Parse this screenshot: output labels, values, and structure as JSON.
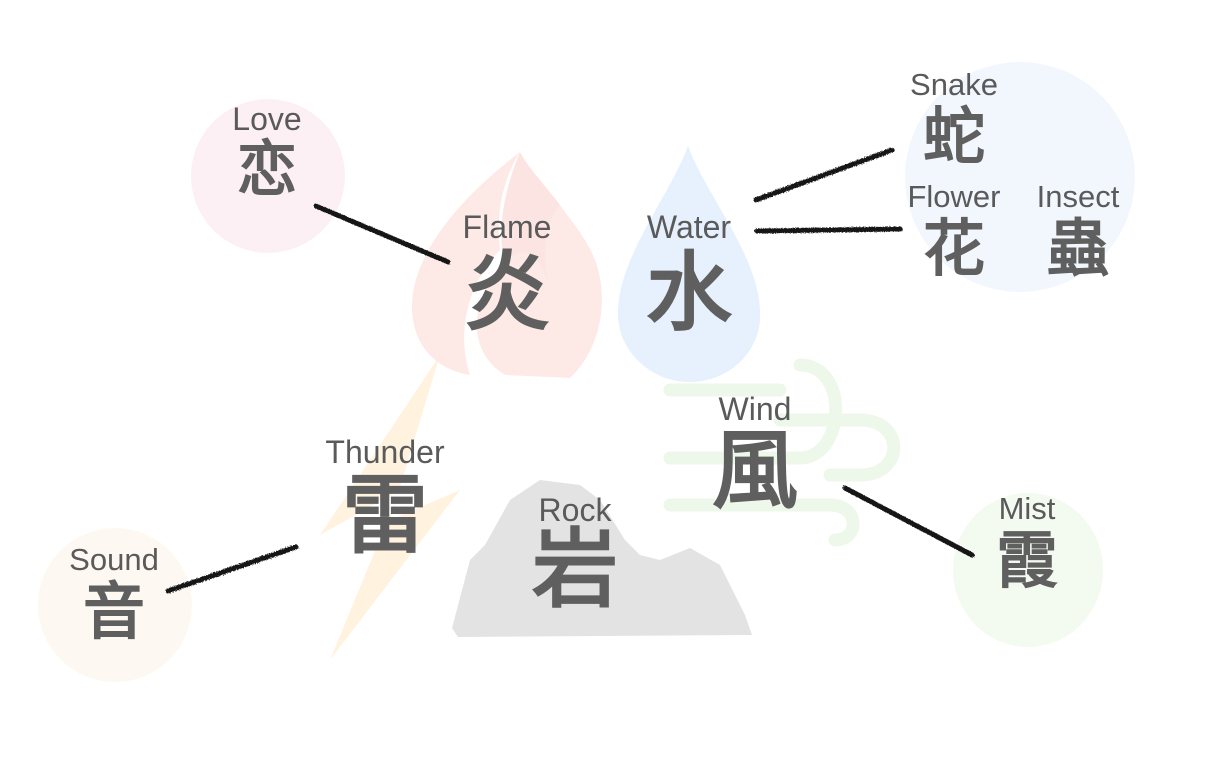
{
  "diagram": {
    "type": "kanji-concept-map",
    "colors": {
      "text": "#5f5f5f",
      "stroke": "#111111",
      "flame_bg": "#fde9e6",
      "water_bg": "#e6f1fd",
      "thunder_bg": "#fff3e0",
      "rock_bg": "#e3e3e3",
      "wind_bg": "#eef8ea",
      "love_bg": "#fdf0f5",
      "snake_group_bg": "#f2f7fe",
      "sound_bg": "#fdf8f1",
      "mist_bg": "#f3faf0"
    },
    "nodes": {
      "love": {
        "label": "Love",
        "kanji": "恋"
      },
      "flame": {
        "label": "Flame",
        "kanji": "炎"
      },
      "water": {
        "label": "Water",
        "kanji": "水"
      },
      "snake": {
        "label": "Snake",
        "kanji": "蛇"
      },
      "flower": {
        "label": "Flower",
        "kanji": "花"
      },
      "insect": {
        "label": "Insect",
        "kanji": "蟲"
      },
      "thunder": {
        "label": "Thunder",
        "kanji": "雷"
      },
      "sound": {
        "label": "Sound",
        "kanji": "音"
      },
      "rock": {
        "label": "Rock",
        "kanji": "岩"
      },
      "wind": {
        "label": "Wind",
        "kanji": "風"
      },
      "mist": {
        "label": "Mist",
        "kanji": "霞"
      }
    },
    "edges": [
      {
        "from": "love",
        "to": "flame"
      },
      {
        "from": "water",
        "to": "snake"
      },
      {
        "from": "water",
        "to": "flower"
      },
      {
        "from": "sound",
        "to": "thunder"
      },
      {
        "from": "wind",
        "to": "mist"
      }
    ]
  }
}
